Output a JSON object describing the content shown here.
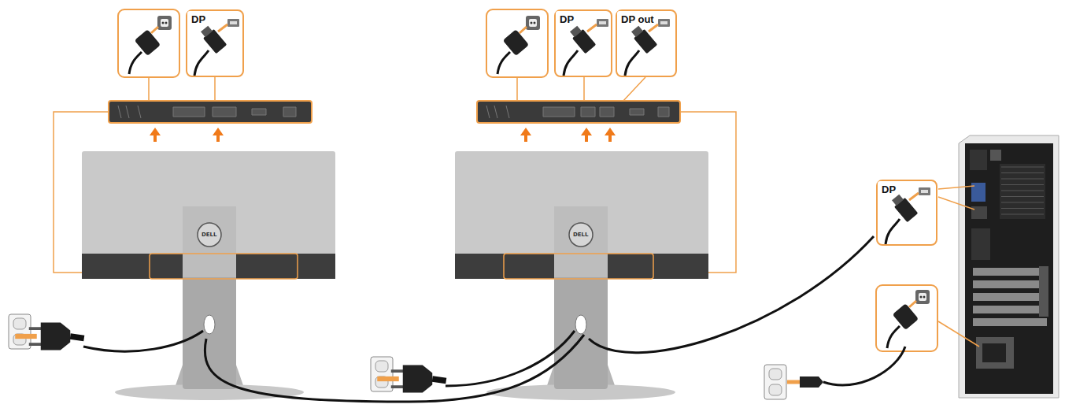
{
  "diagram": {
    "nodes": [
      {
        "text": [
          "DP"
        ]
      },
      {
        "text": [
          "DP"
        ]
      },
      {
        "text": [
          "DP out"
        ]
      },
      {
        "text": [
          "DP"
        ]
      }
    ],
    "labels": [
      "DELL",
      "DELL"
    ]
  }
}
